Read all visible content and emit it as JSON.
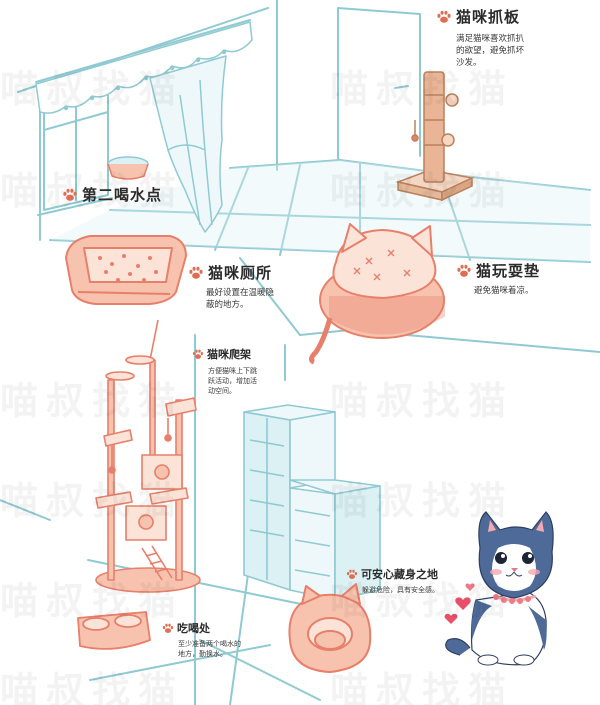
{
  "colors": {
    "line_blue": "#8fcad3",
    "fill_blue": "#dcf1f4",
    "coral": "#e87f6a",
    "coral_light": "#f7c3ae",
    "coral_pale": "#fce3d7",
    "brown": "#b9825c",
    "cat_blue": "#4e6a98",
    "text": "#2b2b2b",
    "paw_icon": "#e06e55"
  },
  "labels": {
    "scratcher": {
      "icon": "paw-icon",
      "title": "猫咪抓板",
      "desc": [
        "满足猫咪喜欢抓扒",
        "的欲望，避免抓坏",
        "沙发。"
      ]
    },
    "water": {
      "icon": "paw-icon",
      "title": "第二喝水点"
    },
    "toilet": {
      "icon": "paw-icon",
      "title": "猫咪厕所",
      "desc": [
        "最好设置在温暖隐",
        "蔽的地方。"
      ]
    },
    "playmat": {
      "icon": "paw-icon",
      "title": "猫玩耍垫",
      "desc": [
        "避免猫咪着凉。"
      ]
    },
    "tree": {
      "icon": "paw-icon",
      "title": "猫咪爬架",
      "desc": [
        "方便猫咪上下跳",
        "跃活动，增加活",
        "动空间。"
      ]
    },
    "hide": {
      "icon": "paw-icon",
      "title": "可安心藏身之地",
      "desc": [
        "躲避危险，具有安全感。"
      ]
    },
    "food": {
      "icon": "paw-icon",
      "title": "吃喝处",
      "desc": [
        "至少准备两个喝水的",
        "地方，勤换水。"
      ]
    }
  },
  "watermark": "喵叔找猫"
}
